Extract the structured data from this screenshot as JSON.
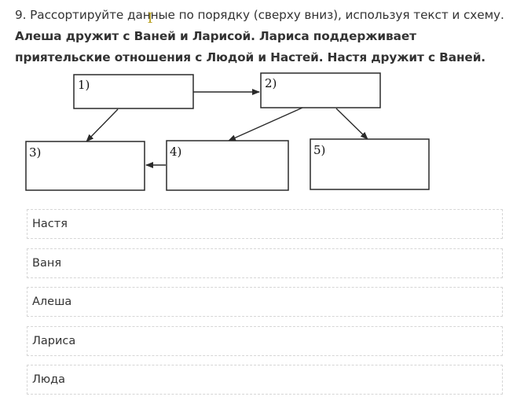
{
  "question": {
    "number": "9.",
    "text": "Рассортируйте данные по порядку (сверху вниз), используя текст и схему.",
    "bold_text": "Алеша дружит с Ваней и Ларисой. Лариса поддерживает приятельские отношения с Людой и Настей. Настя дружит с Ваней."
  },
  "scheme": {
    "boxes": [
      "1)",
      "2)",
      "3)",
      "4)",
      "5)"
    ]
  },
  "options": [
    "Настя",
    "Ваня",
    "Алеша",
    "Лариса",
    "Люда"
  ],
  "cursor_icon": "text-cursor-icon"
}
